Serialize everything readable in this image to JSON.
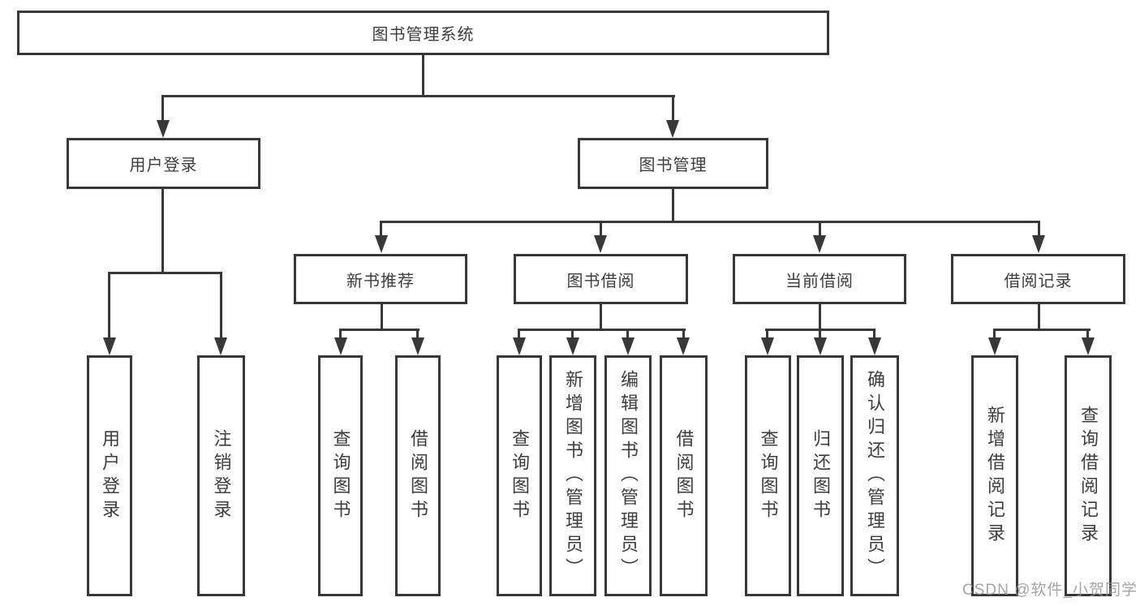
{
  "diagram_title": "图书管理系统",
  "tree": {
    "label": "图书管理系统",
    "children": [
      {
        "label": "用户登录",
        "children": [
          {
            "label": "用户登录"
          },
          {
            "label": "注销登录"
          }
        ]
      },
      {
        "label": "图书管理",
        "children": [
          {
            "label": "新书推荐",
            "children": [
              {
                "label": "查询图书"
              },
              {
                "label": "借阅图书"
              }
            ]
          },
          {
            "label": "图书借阅",
            "children": [
              {
                "label": "查询图书"
              },
              {
                "label": "新增图书（管理员）"
              },
              {
                "label": "编辑图书（管理员）"
              },
              {
                "label": "借阅图书"
              }
            ]
          },
          {
            "label": "当前借阅",
            "children": [
              {
                "label": "查询图书"
              },
              {
                "label": "归还图书"
              },
              {
                "label": "确认归还（管理员）"
              }
            ]
          },
          {
            "label": "借阅记录",
            "children": [
              {
                "label": "新增借阅记录"
              },
              {
                "label": "查询借阅记录"
              }
            ]
          }
        ]
      }
    ]
  },
  "watermark": {
    "text": "CSDN @软件_小贺同学"
  },
  "colors": {
    "line": "#383838",
    "text": "#3d3d3d",
    "background": "#ffffff",
    "watermark": "#949494"
  }
}
